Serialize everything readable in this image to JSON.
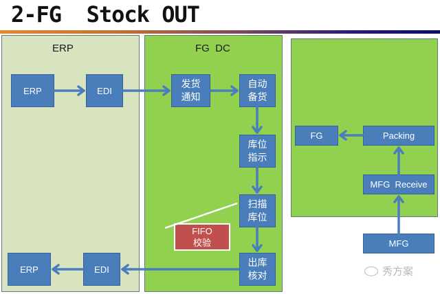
{
  "title": "2-FG  Stock OUT",
  "panels": {
    "erp": {
      "label": "ERP"
    },
    "fgdc": {
      "label": "FG  DC"
    },
    "mfg": {
      "label": ""
    }
  },
  "nodes": {
    "erp_top": "ERP",
    "edi_top": "EDI",
    "ship_notice": "发货\n通知",
    "auto_prep": "自动\n备货",
    "loc_instr": "库位\n指示",
    "scan_loc": "扫描\n库位",
    "outbound_check": "出库\n核对",
    "edi_bottom": "EDI",
    "erp_bottom": "ERP",
    "fifo": "FIFO\n校验",
    "fg": "FG",
    "packing": "Packing",
    "mfg_receive": "MFG  Receive",
    "mfg": "MFG"
  },
  "watermark": "秀方案",
  "colors": {
    "box_blue": "#4a7ebb",
    "panel_light": "#d8e4c0",
    "panel_green": "#92d050",
    "fifo_red": "#c0504d",
    "arrow": "#4a7ebb"
  }
}
